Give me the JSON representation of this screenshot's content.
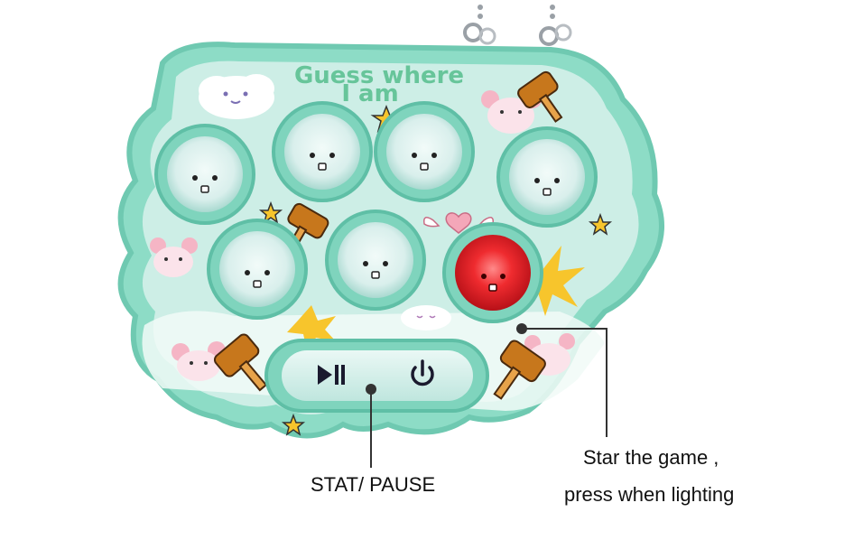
{
  "toy": {
    "title_line1": "Guess where",
    "title_line2": "I am",
    "body_color": "#a5e6d2",
    "rim_color": "#7fd4bd",
    "lit_button_color": "#e0262b"
  },
  "controls": {
    "play_pause_icon": "play-pause-icon",
    "power_icon": "power-icon"
  },
  "callouts": {
    "start_pause": "STAT/ PAUSE",
    "star_line1": "Star the game ,",
    "star_line2": "press when lighting"
  }
}
